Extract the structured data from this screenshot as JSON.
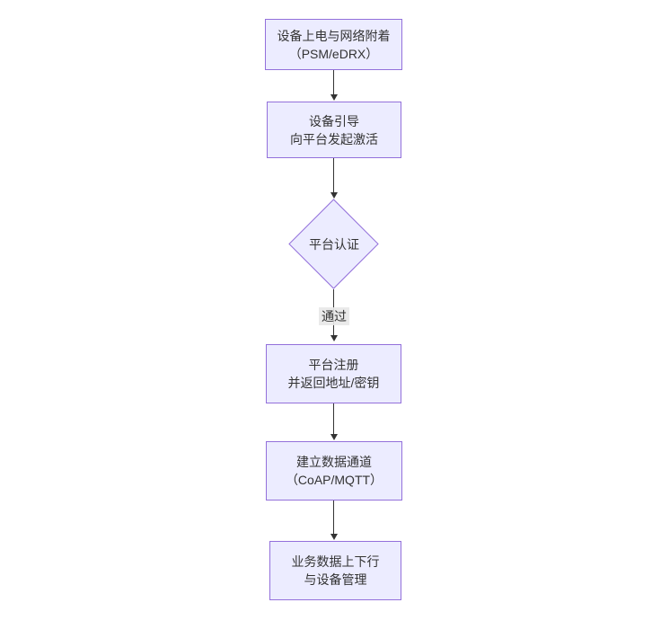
{
  "diagram": {
    "type": "flowchart-vertical",
    "background_color": "#ffffff",
    "node_fill_color": "#ECECFF",
    "node_border_color": "#9370DB",
    "arrow_color": "#333333",
    "edge_label_background": "#e8e8e8",
    "nodes": [
      {
        "id": "power-attach",
        "shape": "rect",
        "lines": [
          "设备上电与网络附着",
          "（PSM/eDRX）"
        ]
      },
      {
        "id": "bootstrap",
        "shape": "rect",
        "lines": [
          "设备引导",
          "向平台发起激活"
        ]
      },
      {
        "id": "platform-auth",
        "shape": "diamond",
        "lines": [
          "平台认证"
        ]
      },
      {
        "id": "platform-register",
        "shape": "rect",
        "lines": [
          "平台注册",
          "并返回地址/密钥"
        ]
      },
      {
        "id": "data-channel",
        "shape": "rect",
        "lines": [
          "建立数据通道",
          "（CoAP/MQTT）"
        ]
      },
      {
        "id": "business-data",
        "shape": "rect",
        "lines": [
          "业务数据上下行",
          "与设备管理"
        ]
      }
    ],
    "edges": [
      {
        "from": "power-attach",
        "to": "bootstrap",
        "label": ""
      },
      {
        "from": "bootstrap",
        "to": "platform-auth",
        "label": ""
      },
      {
        "from": "platform-auth",
        "to": "platform-register",
        "label": "通过"
      },
      {
        "from": "platform-register",
        "to": "data-channel",
        "label": ""
      },
      {
        "from": "data-channel",
        "to": "business-data",
        "label": ""
      }
    ]
  }
}
